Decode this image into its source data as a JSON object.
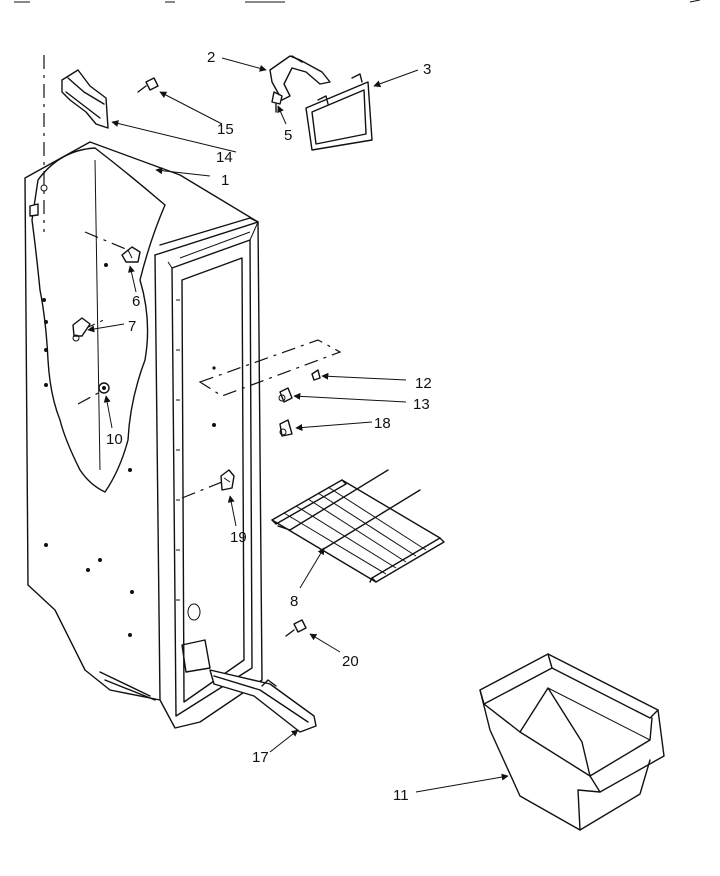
{
  "callouts": {
    "c1": "1",
    "c2": "2",
    "c3": "3",
    "c5": "5",
    "c6": "6",
    "c7": "7",
    "c8": "8",
    "c10": "10",
    "c11": "11",
    "c12": "12",
    "c13": "13",
    "c14": "14",
    "c15": "15",
    "c17": "17",
    "c18": "18",
    "c19": "19",
    "c20": "20"
  }
}
